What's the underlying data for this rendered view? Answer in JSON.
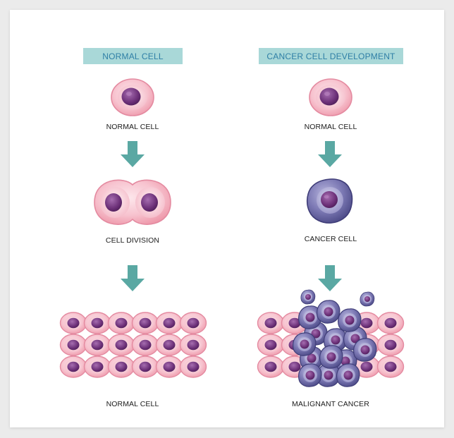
{
  "headers": {
    "left": "NORMAL CELL",
    "right": "CANCER CELL DEVELOPMENT"
  },
  "left_column": {
    "label_1": "NORMAL CELL",
    "label_2": "CELL DIVISION",
    "label_3": "NORMAL CELL"
  },
  "right_column": {
    "label_1": "NORMAL CELL",
    "label_2": "CANCER CELL",
    "label_3": "MALIGNANT CANCER"
  },
  "colors": {
    "header_bg": "#a9d8d8",
    "header_text": "#2f7fa6",
    "arrow": "#5aa8a3",
    "normal_membrane": "#f6c6cf",
    "normal_nucleus": "#6b2f77",
    "cancer_membrane": "#6c6aa3",
    "cancer_nucleus": "#6b2f77"
  },
  "icons": {
    "arrow": "arrow-down-icon",
    "normal_cell": "normal-cell-icon",
    "dividing_cell": "cell-division-icon",
    "cancer_cell": "cancer-cell-icon",
    "normal_tissue": "normal-tissue-icon",
    "tumor": "malignant-tumor-icon"
  }
}
